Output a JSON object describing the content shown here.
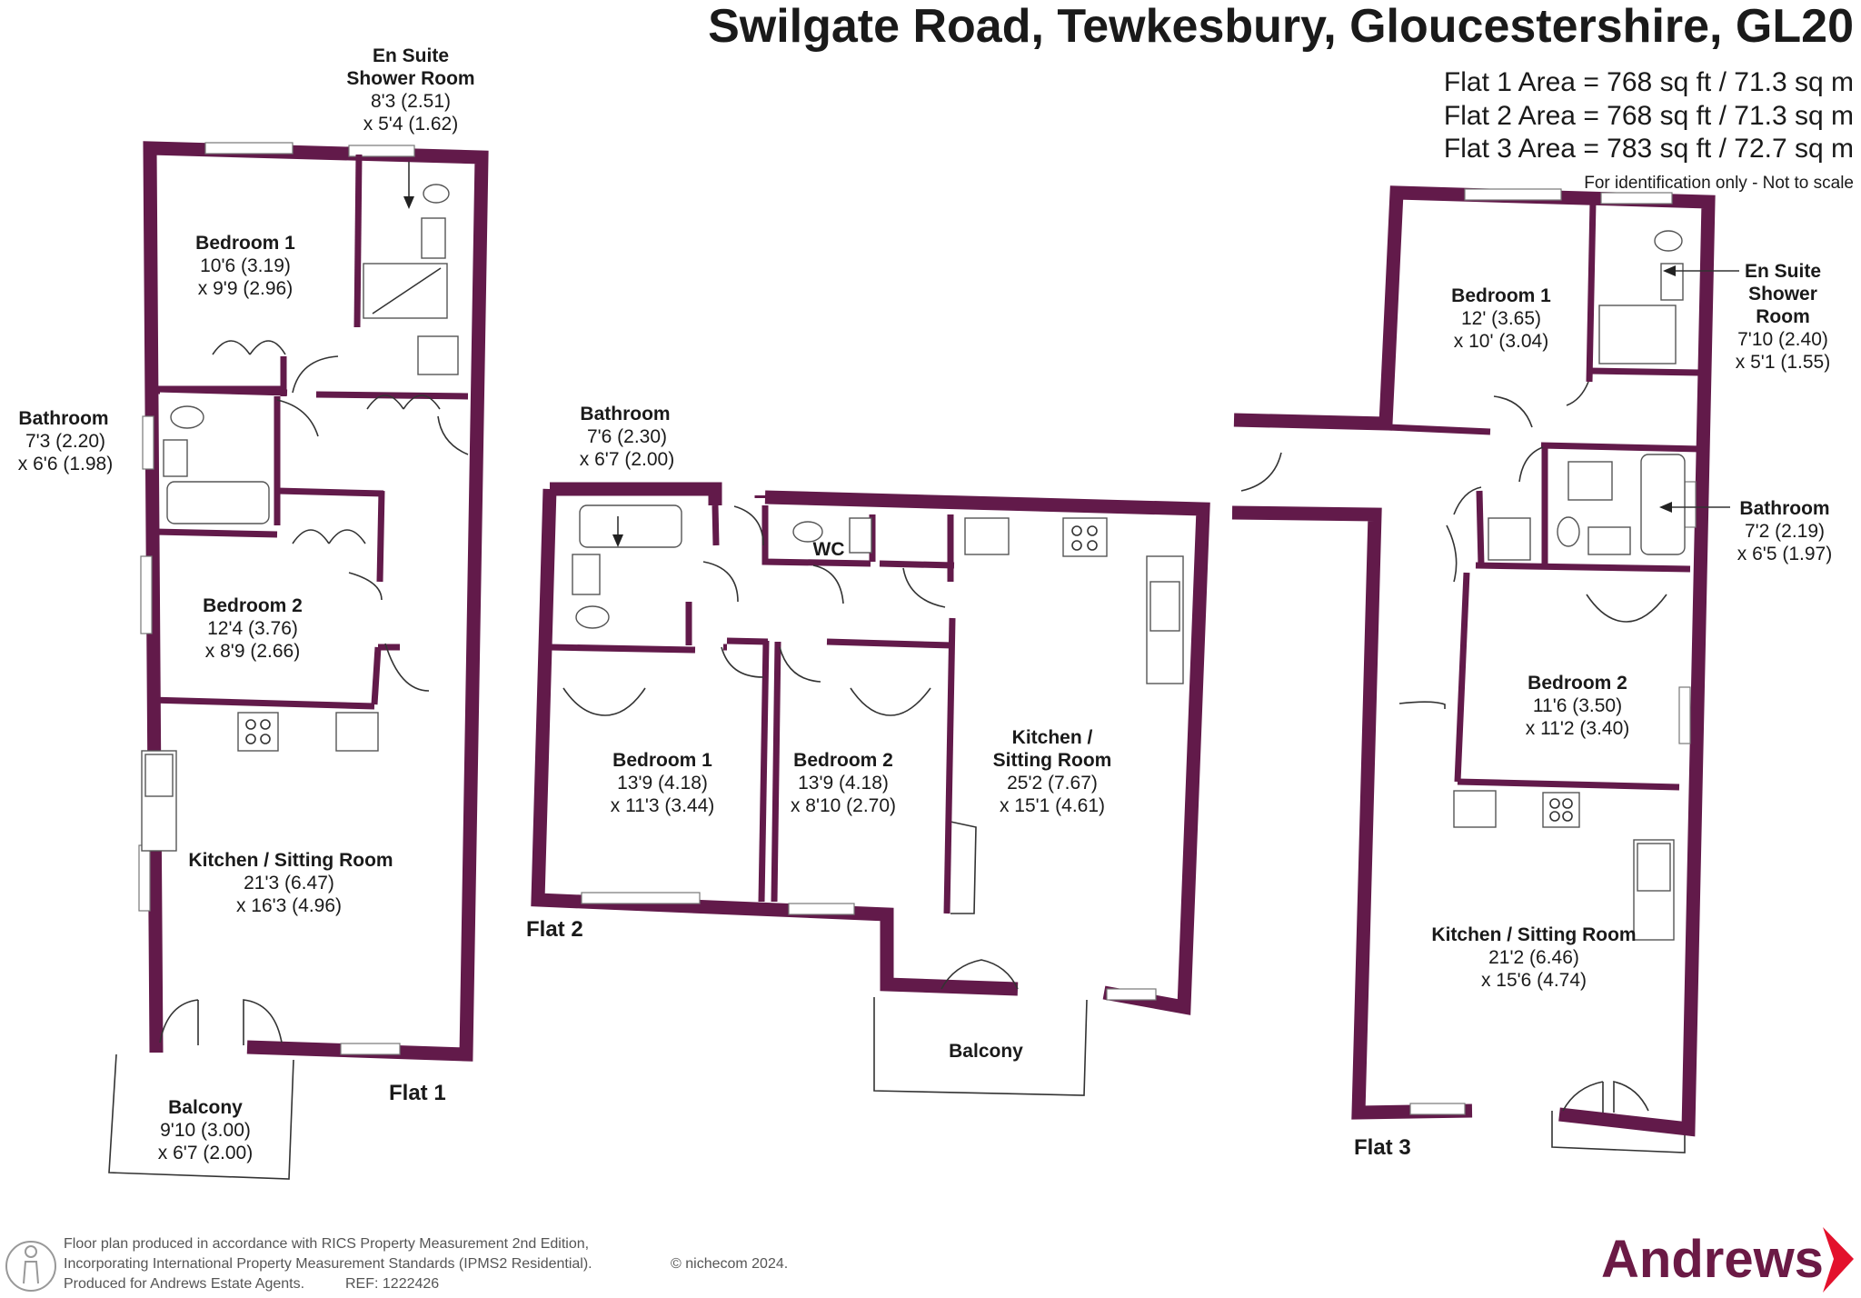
{
  "header": {
    "title": "Swilgate Road, Tewkesbury, Gloucestershire, GL20",
    "areas": [
      "Flat 1 Area = 768 sq ft / 71.3 sq m",
      "Flat 2 Area = 768 sq ft / 71.3 sq m",
      "Flat 3 Area = 783 sq ft / 72.7 sq m"
    ],
    "note": "For identification only - Not to scale"
  },
  "flat1": {
    "label": "Flat 1",
    "ensuite": {
      "name1": "En Suite",
      "name2": "Shower Room",
      "d1": "8'3 (2.51)",
      "d2": "x 5'4 (1.62)"
    },
    "bedroom1": {
      "name": "Bedroom 1",
      "d1": "10'6 (3.19)",
      "d2": "x 9'9 (2.96)"
    },
    "bathroom": {
      "name": "Bathroom",
      "d1": "7'3 (2.20)",
      "d2": "x 6'6 (1.98)"
    },
    "bedroom2": {
      "name": "Bedroom 2",
      "d1": "12'4 (3.76)",
      "d2": "x 8'9 (2.66)"
    },
    "kitchen": {
      "name": "Kitchen / Sitting Room",
      "d1": "21'3 (6.47)",
      "d2": "x 16'3 (4.96)"
    },
    "balcony": {
      "name": "Balcony",
      "d1": "9'10 (3.00)",
      "d2": "x 6'7 (2.00)"
    }
  },
  "flat2": {
    "label": "Flat 2",
    "bathroom": {
      "name": "Bathroom",
      "d1": "7'6 (2.30)",
      "d2": "x 6'7 (2.00)"
    },
    "wc": {
      "name": "WC"
    },
    "bedroom1": {
      "name": "Bedroom 1",
      "d1": "13'9 (4.18)",
      "d2": "x 11'3 (3.44)"
    },
    "bedroom2": {
      "name": "Bedroom 2",
      "d1": "13'9 (4.18)",
      "d2": "x 8'10 (2.70)"
    },
    "kitchen": {
      "name1": "Kitchen /",
      "name2": "Sitting Room",
      "d1": "25'2 (7.67)",
      "d2": "x 15'1 (4.61)"
    },
    "balcony": {
      "name": "Balcony"
    }
  },
  "flat3": {
    "label": "Flat 3",
    "bedroom1": {
      "name": "Bedroom 1",
      "d1": "12' (3.65)",
      "d2": "x 10' (3.04)"
    },
    "ensuite": {
      "name1": "En Suite",
      "name2": "Shower",
      "name3": "Room",
      "d1": "7'10 (2.40)",
      "d2": "x 5'1 (1.55)"
    },
    "bathroom": {
      "name": "Bathroom",
      "d1": "7'2 (2.19)",
      "d2": "x 6'5 (1.97)"
    },
    "bedroom2": {
      "name": "Bedroom 2",
      "d1": "11'6 (3.50)",
      "d2": "x 11'2 (3.40)"
    },
    "kitchen": {
      "name": "Kitchen / Sitting Room",
      "d1": "21'2 (6.46)",
      "d2": "x 15'6 (4.74)"
    }
  },
  "footer": {
    "line1": "Floor plan produced in accordance with RICS Property Measurement 2nd Edition,",
    "line2": "Incorporating International Property Measurement Standards (IPMS2 Residential).",
    "copyright": "© nichecom 2024.",
    "line3": "Produced for Andrews Estate Agents.",
    "ref": "REF: 1222426",
    "brand": "Andrews"
  },
  "colors": {
    "wall": "#621a4a",
    "brand": "#6b1a45",
    "brand_accent": "#e3112c"
  },
  "icons": {
    "logo": "person-silhouette-icon",
    "brand_mark": "chevron-right-icon"
  }
}
